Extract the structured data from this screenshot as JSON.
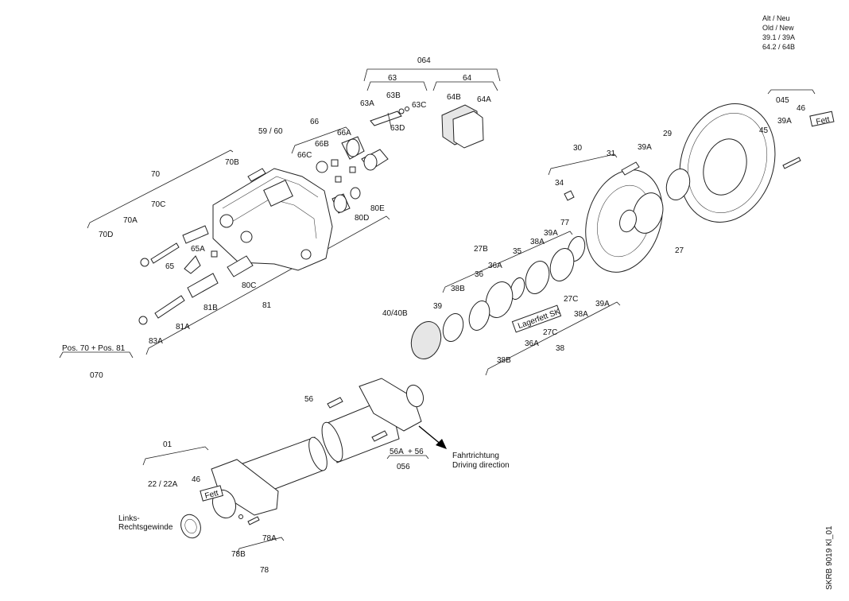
{
  "legend": {
    "line1": "Alt / Neu",
    "line2": "Old / New",
    "line3": "39.1 / 39A",
    "line4": "64.2 / 64B"
  },
  "drawing_id": "SKRB 9019 Kl_01",
  "labels": {
    "l064": "064",
    "l63": "63",
    "l64": "64",
    "l63A": "63A",
    "l63B": "63B",
    "l63C": "63C",
    "l63D": "63D",
    "l64A": "64A",
    "l64B": "64B",
    "l66": "66",
    "l66A": "66A",
    "l66B": "66B",
    "l66C": "66C",
    "l59_60": "59 / 60",
    "l70": "70",
    "l70B": "70B",
    "l70C": "70C",
    "l70A": "70A",
    "l70D": "70D",
    "l65A": "65A",
    "l65": "65",
    "l80C": "80C",
    "l80D": "80D",
    "l80E": "80E",
    "l81": "81",
    "l81A": "81A",
    "l81B": "81B",
    "l83A": "83A",
    "pos": "Pos. 70 + Pos. 81",
    "l070": "070",
    "l045": "045",
    "l46": "46",
    "l39A_a": "39A",
    "fett1": "Fett",
    "l45": "45",
    "l29": "29",
    "l30": "30",
    "l31": "31",
    "l39A_b": "39A",
    "l34": "34",
    "l77": "77",
    "l39A_c": "39A",
    "l27": "27",
    "l27B": "27B",
    "l38A_a": "38A",
    "l35": "35",
    "l36A_a": "36A",
    "l36": "36",
    "l38B_a": "38B",
    "l39": "39",
    "l40": "40/40B",
    "l27C_a": "27C",
    "lager": "Lagerfett SK",
    "l39A_d": "39A",
    "l38A_b": "38A",
    "l27C_b": "27C",
    "l36A_b": "36A",
    "l38": "38",
    "l38B_b": "38B",
    "l56": "56",
    "l56A": "56A",
    "plus56": "+ 56",
    "l056": "056",
    "fahrt1": "Fahrtrichtung",
    "fahrt2": "Driving direction",
    "l01": "01",
    "l22": "22 / 22A",
    "l46b": "46",
    "fett2": "Fett",
    "links1": "Links-",
    "links2": "Rechtsgewinde",
    "l78A": "78A",
    "l78B": "78B",
    "l78": "78"
  }
}
